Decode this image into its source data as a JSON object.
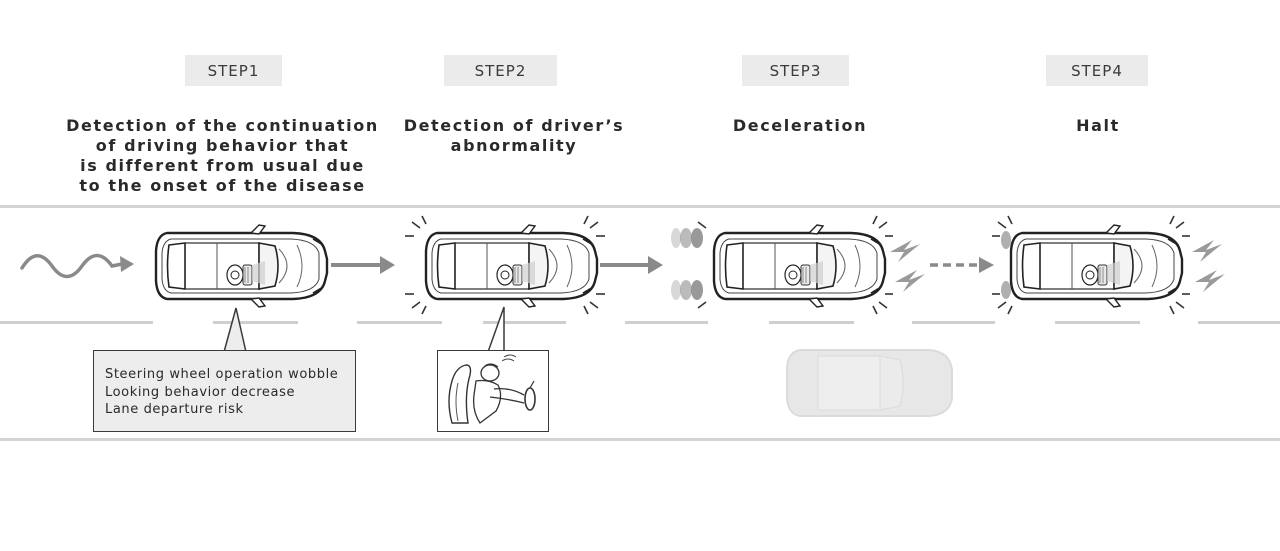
{
  "steps": [
    {
      "label": "STEP1",
      "title_lines": [
        "Detection of the continuation",
        "of driving behavior that",
        "is different from usual due",
        "to the onset of the disease"
      ]
    },
    {
      "label": "STEP2",
      "title_lines": [
        "Detection of driver’s",
        "abnormality"
      ]
    },
    {
      "label": "STEP3",
      "title_lines": [
        "Deceleration"
      ]
    },
    {
      "label": "STEP4",
      "title_lines": [
        "Halt"
      ]
    }
  ],
  "callout": {
    "lines": [
      "Steering wheel operation wobble",
      "Looking behavior decrease",
      "Lane departure risk"
    ]
  },
  "icons": {
    "wave": "wavy-arrow-icon",
    "car": "car-top-view-icon",
    "arrow": "right-arrow-icon",
    "flash": "lightning-bolt-icon",
    "driver": "slumped-driver-icon"
  },
  "colors": {
    "badge_bg": "#ebebeb",
    "arrow_gray": "#8a8a8a",
    "road_line": "#d4d4d4"
  }
}
